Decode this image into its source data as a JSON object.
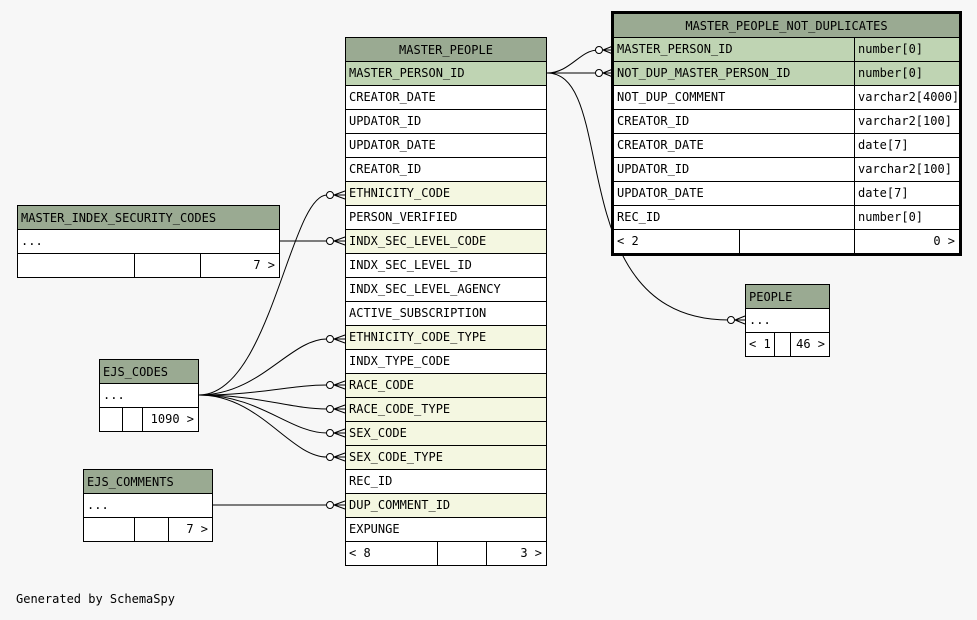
{
  "tables": {
    "master_people": {
      "name": "MASTER_PEOPLE",
      "columns": [
        {
          "name": "MASTER_PERSON_ID",
          "kind": "pk"
        },
        {
          "name": "CREATOR_DATE",
          "kind": ""
        },
        {
          "name": "UPDATOR_ID",
          "kind": ""
        },
        {
          "name": "UPDATOR_DATE",
          "kind": ""
        },
        {
          "name": "CREATOR_ID",
          "kind": ""
        },
        {
          "name": "ETHNICITY_CODE",
          "kind": "fk"
        },
        {
          "name": "PERSON_VERIFIED",
          "kind": ""
        },
        {
          "name": "INDX_SEC_LEVEL_CODE",
          "kind": "fk"
        },
        {
          "name": "INDX_SEC_LEVEL_ID",
          "kind": ""
        },
        {
          "name": "INDX_SEC_LEVEL_AGENCY",
          "kind": ""
        },
        {
          "name": "ACTIVE_SUBSCRIPTION",
          "kind": ""
        },
        {
          "name": "ETHNICITY_CODE_TYPE",
          "kind": "fk"
        },
        {
          "name": "INDX_TYPE_CODE",
          "kind": ""
        },
        {
          "name": "RACE_CODE",
          "kind": "fk"
        },
        {
          "name": "RACE_CODE_TYPE",
          "kind": "fk"
        },
        {
          "name": "SEX_CODE",
          "kind": "fk"
        },
        {
          "name": "SEX_CODE_TYPE",
          "kind": "fk"
        },
        {
          "name": "REC_ID",
          "kind": ""
        },
        {
          "name": "DUP_COMMENT_ID",
          "kind": "fk"
        },
        {
          "name": "EXPUNGE",
          "kind": ""
        }
      ],
      "footer": {
        "left": "< 8",
        "right": "3 >"
      }
    },
    "master_people_not_duplicates": {
      "name": "MASTER_PEOPLE_NOT_DUPLICATES",
      "columns": [
        {
          "name": "MASTER_PERSON_ID",
          "type": "number[0]",
          "kind": "pk"
        },
        {
          "name": "NOT_DUP_MASTER_PERSON_ID",
          "type": "number[0]",
          "kind": "pk"
        },
        {
          "name": "NOT_DUP_COMMENT",
          "type": "varchar2[4000]",
          "kind": ""
        },
        {
          "name": "CREATOR_ID",
          "type": "varchar2[100]",
          "kind": ""
        },
        {
          "name": "CREATOR_DATE",
          "type": "date[7]",
          "kind": ""
        },
        {
          "name": "UPDATOR_ID",
          "type": "varchar2[100]",
          "kind": ""
        },
        {
          "name": "UPDATOR_DATE",
          "type": "date[7]",
          "kind": ""
        },
        {
          "name": "REC_ID",
          "type": "number[0]",
          "kind": ""
        }
      ],
      "footer": {
        "left": "< 2",
        "right": "0 >"
      }
    },
    "master_index_security_codes": {
      "name": "MASTER_INDEX_SECURITY_CODES",
      "ellipsis": "...",
      "footer": {
        "left": "",
        "right": "7 >"
      }
    },
    "ejs_codes": {
      "name": "EJS_CODES",
      "ellipsis": "...",
      "footer": {
        "left": "",
        "right": "1090 >"
      }
    },
    "ejs_comments": {
      "name": "EJS_COMMENTS",
      "ellipsis": "...",
      "footer": {
        "left": "",
        "right": "7 >"
      }
    },
    "people": {
      "name": "PEOPLE",
      "ellipsis": "...",
      "footer": {
        "left": "< 1",
        "right": "46 >"
      }
    }
  },
  "generated_by": "Generated by SchemaSpy"
}
